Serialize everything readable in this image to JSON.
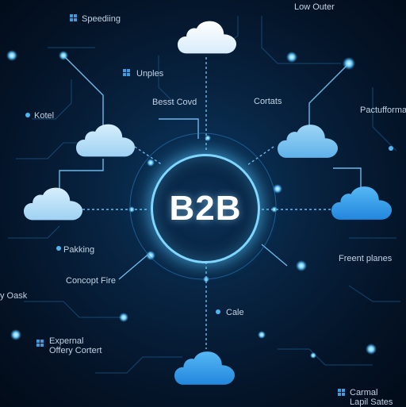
{
  "hub": {
    "label": "B2B"
  },
  "labels": {
    "speeding": "Speediing",
    "low_outer": "Low Outer",
    "unples": "Unples",
    "besst_covd": "Besst Covd",
    "cortats": "Cortats",
    "pactuforma": "Pactufforma",
    "kotel": "Kotel",
    "pakking": "Pakking",
    "frecnt_planes": "Freent planes",
    "concopt_fire": "Concopt Fire",
    "oask": "y Oask",
    "cale": "Cale",
    "ext_offery": "Expernal\nOffery Cortert",
    "carnal_sales": "Carmal\nLapil Sates"
  }
}
